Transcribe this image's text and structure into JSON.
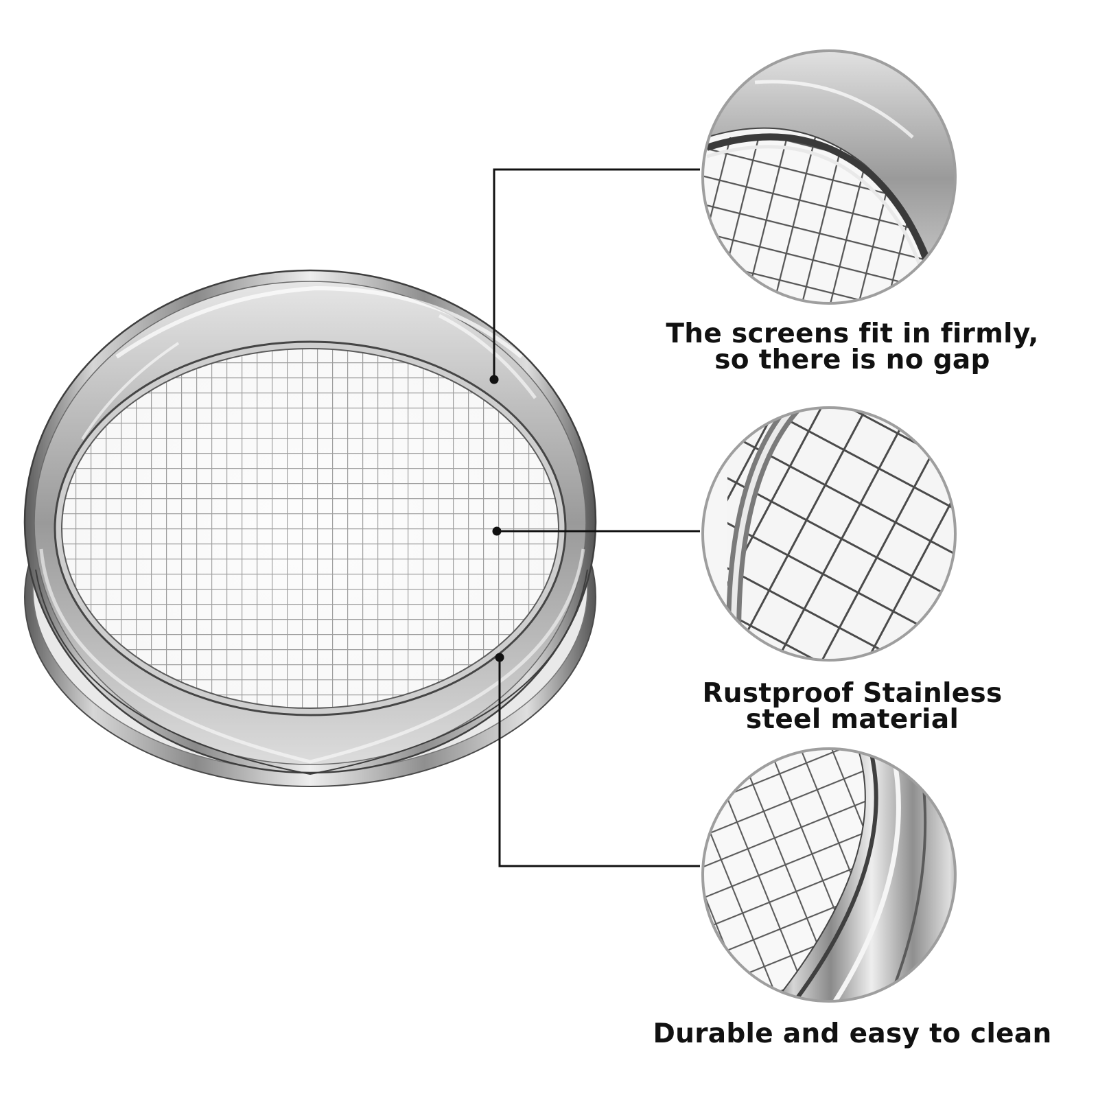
{
  "features": [
    {
      "caption": "The screens fit in firmly,\nso there is no gap"
    },
    {
      "caption": "Rustproof Stainless\nsteel material"
    },
    {
      "caption": "Durable and easy to clean"
    }
  ],
  "colors": {
    "background": "#ffffff",
    "callout_line": "#111111",
    "detail_circle_border": "#9e9e9e",
    "steel_light": "#f2f2f2",
    "steel_dark": "#5a5a5a"
  }
}
